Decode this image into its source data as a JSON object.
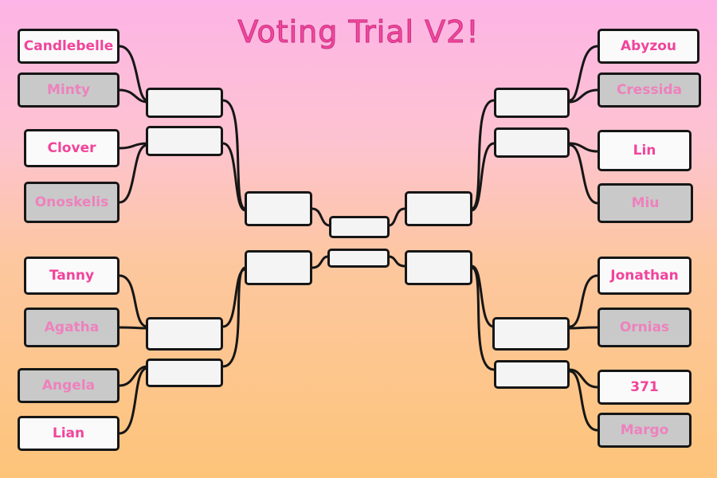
{
  "title": "Voting Trial V2!",
  "colors": {
    "accent": "#f3479e",
    "box_white": "#fafafa",
    "box_gray": "#c9c9c9",
    "line": "#161616"
  },
  "left_bracket": [
    {
      "name": "Candlebelle",
      "style": "white"
    },
    {
      "name": "Minty",
      "style": "gray"
    },
    {
      "name": "Clover",
      "style": "white"
    },
    {
      "name": "Onoskelis",
      "style": "gray"
    },
    {
      "name": "Tanny",
      "style": "white"
    },
    {
      "name": "Agatha",
      "style": "gray"
    },
    {
      "name": "Angela",
      "style": "gray"
    },
    {
      "name": "Lian",
      "style": "white"
    }
  ],
  "right_bracket": [
    {
      "name": "Abyzou",
      "style": "white"
    },
    {
      "name": "Cressida",
      "style": "gray"
    },
    {
      "name": "Lin",
      "style": "white"
    },
    {
      "name": "Miu",
      "style": "gray"
    },
    {
      "name": "Jonathan",
      "style": "white"
    },
    {
      "name": "Ornias",
      "style": "gray"
    },
    {
      "name": "371",
      "style": "white"
    },
    {
      "name": "Margo",
      "style": "gray"
    }
  ]
}
